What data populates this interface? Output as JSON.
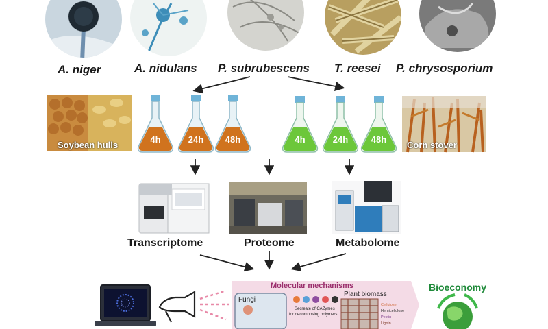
{
  "species": [
    {
      "name": "A. niger",
      "color": "#9fb4c4"
    },
    {
      "name": "A. nidulans",
      "color": "#bcd9e4"
    },
    {
      "name": "P. subrubescens",
      "color": "#c8c8c2"
    },
    {
      "name": "T. reesei",
      "color": "#c7b27a"
    },
    {
      "name": "P. chrysosporium",
      "color": "#8d8d8d"
    }
  ],
  "substrates": {
    "left": "Soybean hulls",
    "right": "Corn stover"
  },
  "flasks": {
    "orange": [
      "4h",
      "24h",
      "48h"
    ],
    "green": [
      "4h",
      "24h",
      "48h"
    ],
    "orange_color": "#d0731e",
    "green_color": "#6cc73a"
  },
  "omics": [
    "Transcriptome",
    "Proteome",
    "Metabolome"
  ],
  "mechanisms": {
    "title": "Molecular mechanisms",
    "fungi": "Fungi",
    "plant_biomass": "Plant biomass",
    "cazymes": "Secreate of CAZymes",
    "cazymes2": "for decomposing polymers",
    "components": [
      "Cellulose",
      "Hemicellulose",
      "Pectin",
      "Lignin"
    ]
  },
  "bioeconomy": "Bioeconomy"
}
